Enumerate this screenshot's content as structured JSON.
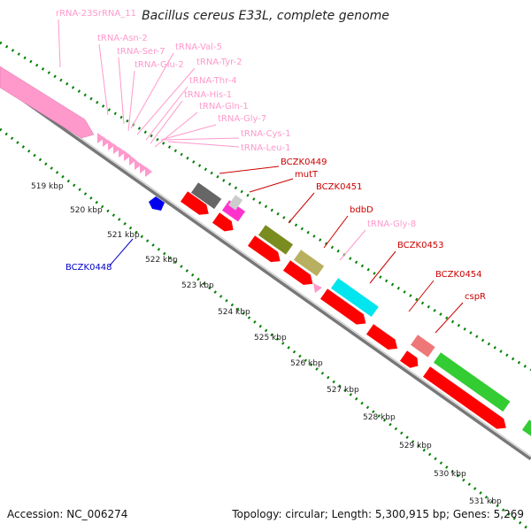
{
  "title": "Bacillus cereus E33L, complete genome",
  "footer": {
    "accession": "Accession: NC_006274",
    "summary": "Topology: circular; Length: 5,300,915 bp; Genes: 5,269"
  },
  "colors": {
    "rna": "#ff99cc",
    "red_gene": "#ff0000",
    "blue_gene": "#0000ff",
    "backbone": "#888888",
    "ruler": "#008000"
  },
  "ticks": [
    {
      "label": "519 kbp"
    },
    {
      "label": "520 kbp"
    },
    {
      "label": "521 kbp"
    },
    {
      "label": "522 kbp"
    },
    {
      "label": "523 kbp"
    },
    {
      "label": "524 kbp"
    },
    {
      "label": "525 kbp"
    },
    {
      "label": "526 kbp"
    },
    {
      "label": "527 kbp"
    },
    {
      "label": "528 kbp"
    },
    {
      "label": "529 kbp"
    },
    {
      "label": "530 kbp"
    },
    {
      "label": "531 kbp"
    }
  ],
  "feature_labels": [
    {
      "text": "rRNA-23SrRNA_11",
      "color": "#ff99cc"
    },
    {
      "text": "tRNA-Asn-2",
      "color": "#ff99cc"
    },
    {
      "text": "tRNA-Ser-7",
      "color": "#ff99cc"
    },
    {
      "text": "tRNA-Val-5",
      "color": "#ff99cc"
    },
    {
      "text": "tRNA-Glu-2",
      "color": "#ff99cc"
    },
    {
      "text": "tRNA-Tyr-2",
      "color": "#ff99cc"
    },
    {
      "text": "tRNA-Thr-4",
      "color": "#ff99cc"
    },
    {
      "text": "tRNA-His-1",
      "color": "#ff99cc"
    },
    {
      "text": "tRNA-Gln-1",
      "color": "#ff99cc"
    },
    {
      "text": "tRNA-Gly-7",
      "color": "#ff99cc"
    },
    {
      "text": "tRNA-Cys-1",
      "color": "#ff99cc"
    },
    {
      "text": "tRNA-Leu-1",
      "color": "#ff99cc"
    },
    {
      "text": "BCZK0449",
      "color": "#cc0000"
    },
    {
      "text": "mutT",
      "color": "#cc0000"
    },
    {
      "text": "BCZK0451",
      "color": "#cc0000"
    },
    {
      "text": "bdbD",
      "color": "#cc0000"
    },
    {
      "text": "tRNA-Gly-8",
      "color": "#ff99cc"
    },
    {
      "text": "BCZK0453",
      "color": "#cc0000"
    },
    {
      "text": "BCZK0454",
      "color": "#cc0000"
    },
    {
      "text": "cspR",
      "color": "#cc0000"
    },
    {
      "text": "BCZK0448",
      "color": "#0000cc"
    }
  ],
  "forward_blocks": [
    {
      "color": "#666666"
    },
    {
      "color": "#ff33cc"
    },
    {
      "color": "#cccccc"
    },
    {
      "color": "#7a8c1f"
    },
    {
      "color": "#b8b060"
    },
    {
      "color": "#00e5ee"
    },
    {
      "color": "#ee7777"
    },
    {
      "color": "#33cc33"
    },
    {
      "color": "#33cc33"
    }
  ],
  "reverse_genes": [
    {
      "color": "#ff0000"
    },
    {
      "color": "#ff0000"
    },
    {
      "color": "#ff0000"
    },
    {
      "color": "#ff0000"
    },
    {
      "color": "#ff0000"
    },
    {
      "color": "#ff0000"
    },
    {
      "color": "#ff0000"
    },
    {
      "color": "#ff0000"
    }
  ]
}
